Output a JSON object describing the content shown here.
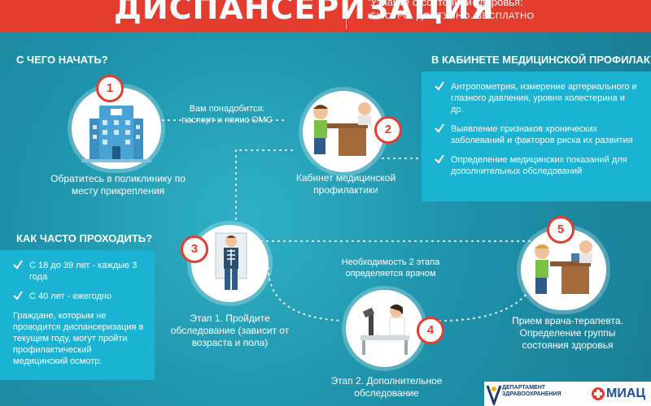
{
  "header": {
    "title": "ДИСПАНСЕРИЗАЦИЯ",
    "subtitle1": "Узнайте о состоянии здоровья:",
    "subtitle2": "БЫСТРО. ДОСТУПНО. БЕСПЛАТНО"
  },
  "start": {
    "title": "С ЧЕГО НАЧАТЬ?",
    "need_text": "Вам понадобится: паспорт и полис ОМС"
  },
  "steps": [
    {
      "badge": "1",
      "caption": "Обратитесь в поликлинику по месту прикрепления"
    },
    {
      "badge": "2",
      "caption": "Кабинет медицинской профилактики"
    },
    {
      "badge": "3",
      "caption": "Этап 1. Пройдите обследование (зависит от возраста и пола)"
    },
    {
      "badge": "4",
      "caption": "Этап 2. Дополнительное обследование"
    },
    {
      "badge": "5",
      "caption": "Прием врача-терапевта. Определение группы состояния здоровья"
    }
  ],
  "stage2_note": "Необходимость 2 этапа определяется врачом",
  "prophylaxis": {
    "title": "В КАБИНЕТЕ МЕДИЦИНСКОЙ ПРОФИЛАКТИКИ:",
    "items": [
      "Антропометрия, измерение артериального и глазного давления, уровня холестерина и др.",
      "Выявление признаков хронических заболеваний и факторов риска их развития",
      "Определение медицинских показаний для дополнительных обследований"
    ]
  },
  "frequency": {
    "title": "КАК ЧАСТО ПРОХОДИТЬ?",
    "items": [
      "С 18 до 39 лет - каждые 3 года",
      "С 40 лет - ежегодно"
    ],
    "note": "Граждане, которым не проводится диспансеризация в текущем году, могут пройти профилактический медицинский осмотр."
  },
  "logos": {
    "dept": "ДЕПАРТАМЕНТ ЗДРАВООХРАНЕНИЯ",
    "miac": "МИАЦ"
  },
  "colors": {
    "accent": "#e43d2f",
    "background": "#1f8ea6",
    "panel": "#1ab3d3"
  }
}
